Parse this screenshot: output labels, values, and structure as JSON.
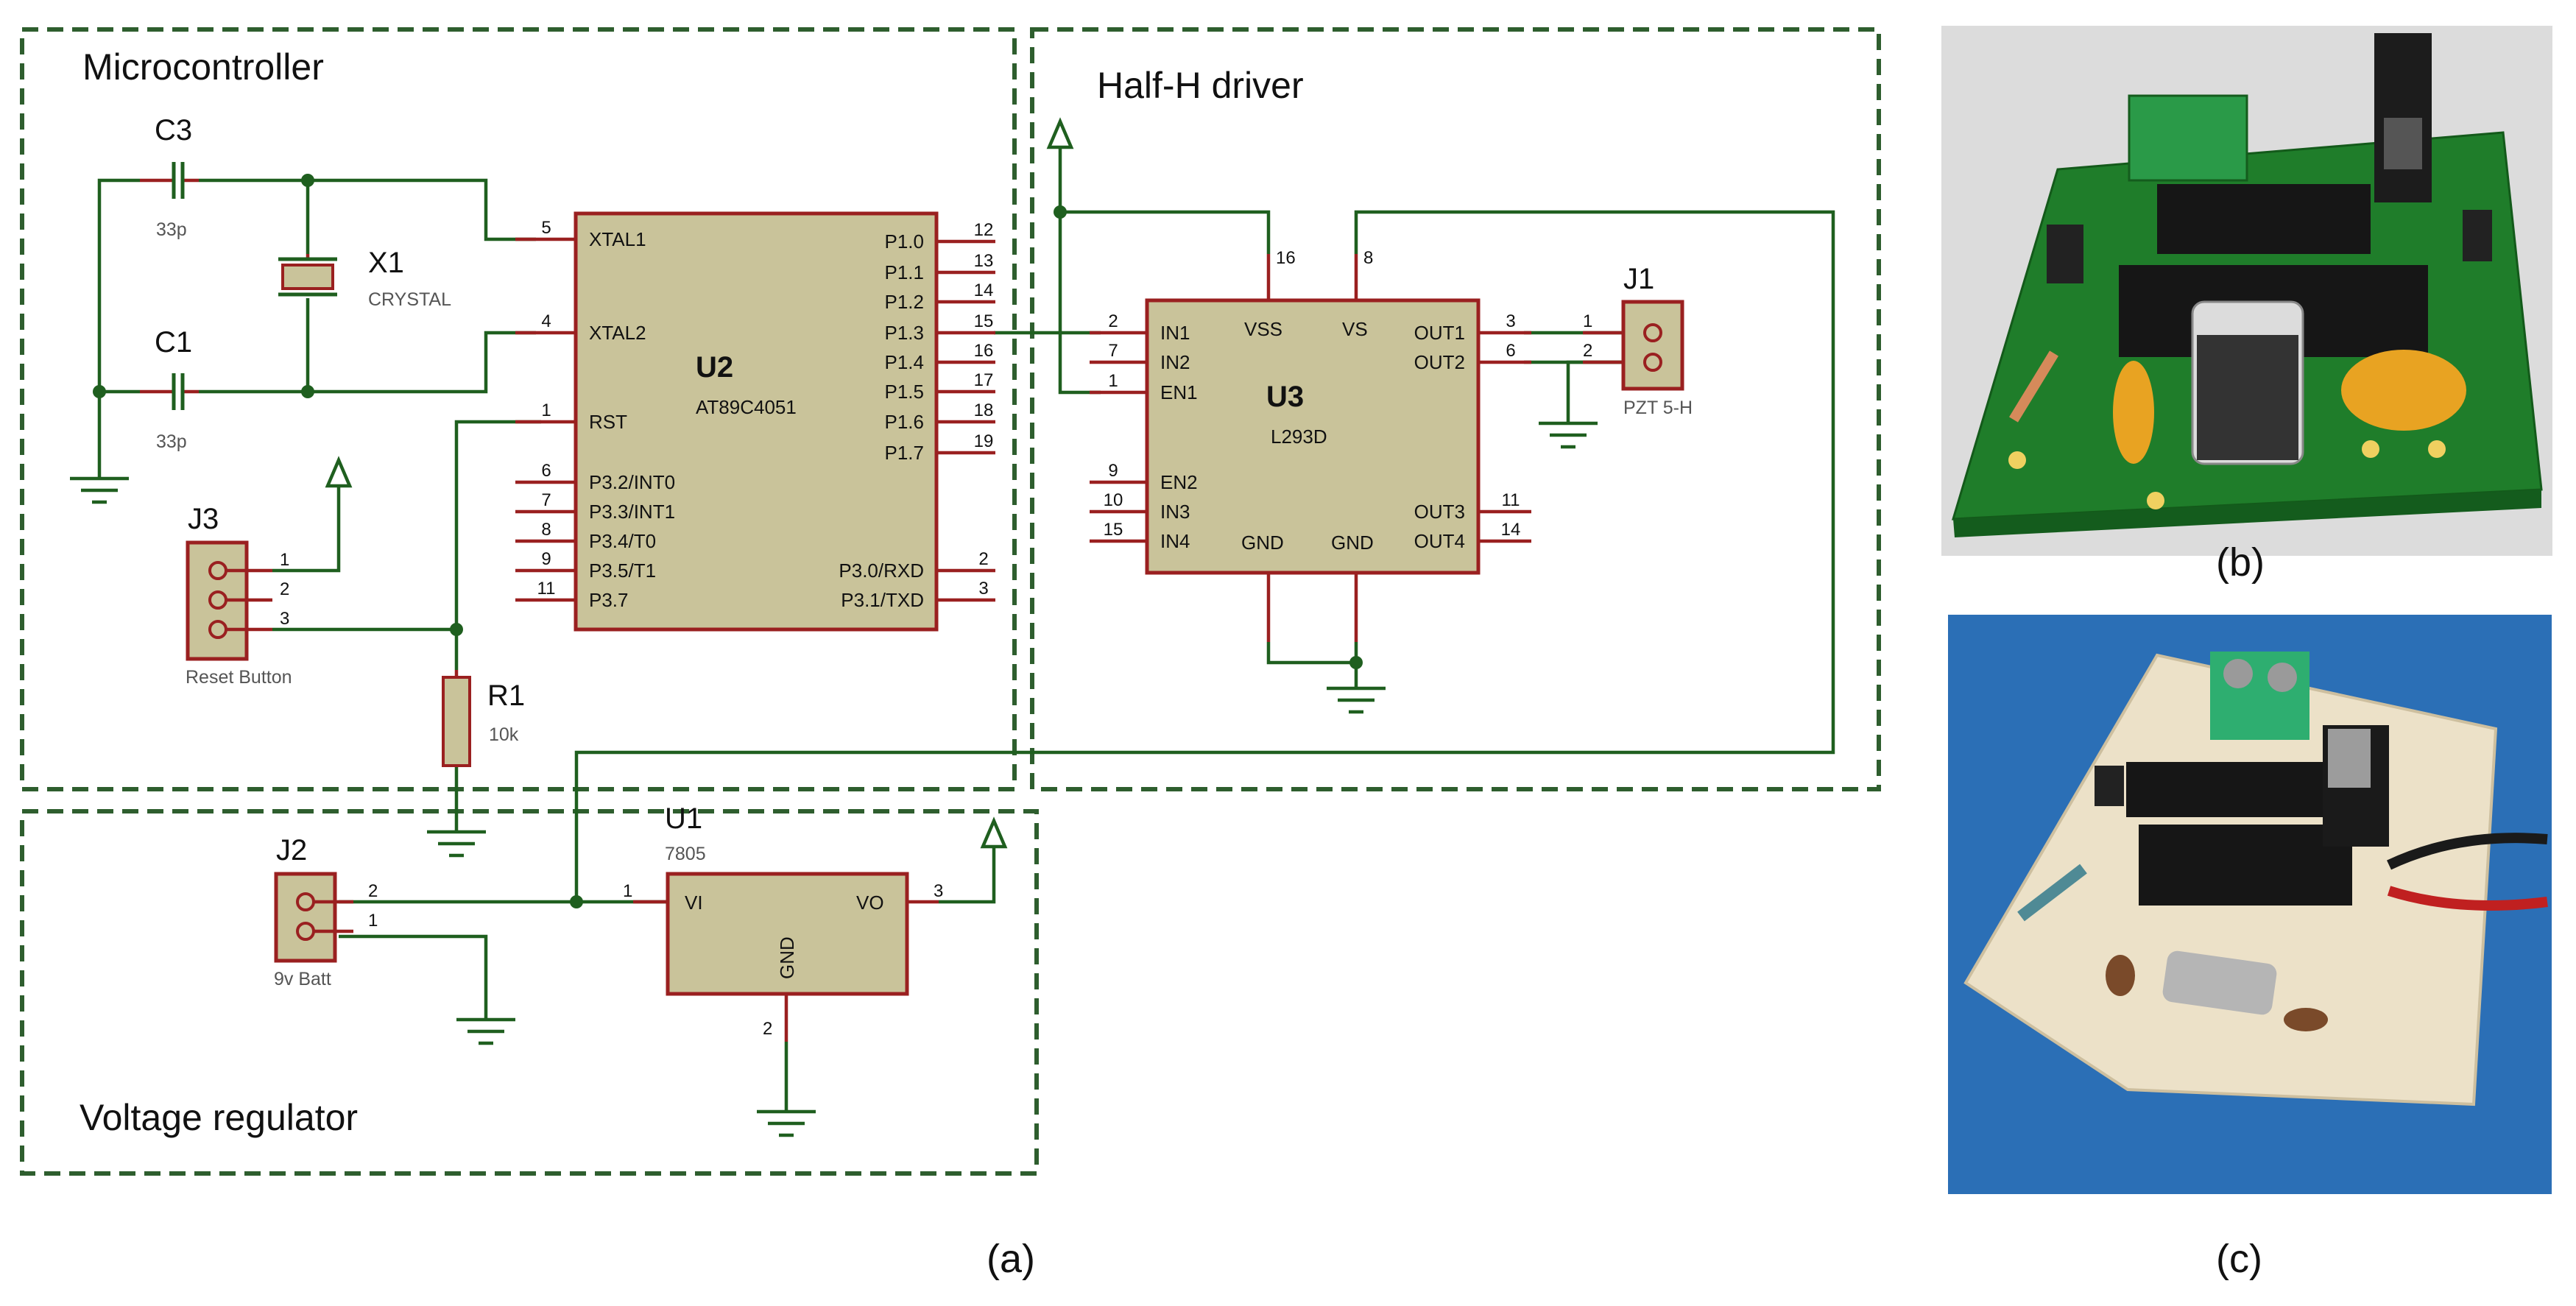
{
  "panels": {
    "a": "(a)",
    "b": "(b)",
    "c": "(c)"
  },
  "sections": {
    "microcontroller": "Microcontroller",
    "half_h": "Half-H driver",
    "regulator": "Voltage regulator"
  },
  "components": {
    "c3": {
      "ref": "C3",
      "value": "33p"
    },
    "c1": {
      "ref": "C1",
      "value": "33p"
    },
    "x1": {
      "ref": "X1",
      "value": "CRYSTAL"
    },
    "j3": {
      "ref": "J3",
      "label": "Reset Button",
      "pins": [
        "1",
        "2",
        "3"
      ]
    },
    "r1": {
      "ref": "R1",
      "value": "10k"
    },
    "j2": {
      "ref": "J2",
      "label": "9v Batt",
      "pins": [
        "2",
        "1"
      ]
    },
    "u1": {
      "ref": "U1",
      "part": "7805",
      "vi": "VI",
      "vo": "VO",
      "gnd": "GND",
      "pin_vi": "1",
      "pin_vo": "3",
      "pin_gnd": "2"
    },
    "j1": {
      "ref": "J1",
      "label": "PZT 5-H",
      "pins": [
        "1",
        "2"
      ]
    },
    "u2": {
      "ref": "U2",
      "part": "AT89C4051",
      "left_pins": [
        {
          "num": "5",
          "name": "XTAL1"
        },
        {
          "num": "4",
          "name": "XTAL2"
        },
        {
          "num": "1",
          "name": "RST"
        },
        {
          "num": "6",
          "name": "P3.2/INT0"
        },
        {
          "num": "7",
          "name": "P3.3/INT1"
        },
        {
          "num": "8",
          "name": "P3.4/T0"
        },
        {
          "num": "9",
          "name": "P3.5/T1"
        },
        {
          "num": "11",
          "name": "P3.7"
        }
      ],
      "right_pins": [
        {
          "num": "12",
          "name": "P1.0"
        },
        {
          "num": "13",
          "name": "P1.1"
        },
        {
          "num": "14",
          "name": "P1.2"
        },
        {
          "num": "15",
          "name": "P1.3"
        },
        {
          "num": "16",
          "name": "P1.4"
        },
        {
          "num": "17",
          "name": "P1.5"
        },
        {
          "num": "18",
          "name": "P1.6"
        },
        {
          "num": "19",
          "name": "P1.7"
        },
        {
          "num": "2",
          "name": "P3.0/RXD"
        },
        {
          "num": "3",
          "name": "P3.1/TXD"
        }
      ]
    },
    "u3": {
      "ref": "U3",
      "part": "L293D",
      "vss": "VSS",
      "vs": "VS",
      "gnd1": "GND",
      "gnd2": "GND",
      "pin_vss": "16",
      "pin_vs": "8",
      "left_pins": [
        {
          "num": "2",
          "name": "IN1"
        },
        {
          "num": "7",
          "name": "IN2"
        },
        {
          "num": "1",
          "name": "EN1"
        },
        {
          "num": "9",
          "name": "EN2"
        },
        {
          "num": "10",
          "name": "IN3"
        },
        {
          "num": "15",
          "name": "IN4"
        }
      ],
      "right_pins": [
        {
          "num": "3",
          "name": "OUT1"
        },
        {
          "num": "6",
          "name": "OUT2"
        },
        {
          "num": "11",
          "name": "OUT3"
        },
        {
          "num": "14",
          "name": "OUT4"
        }
      ]
    }
  },
  "colors": {
    "wire": "#1f5f1f",
    "pin": "#9a2020",
    "ic_body": "#c9c39a",
    "pcb_green": "#1f7d2a",
    "photo_bg": "#2b6fb6",
    "board": "#ece1c8"
  },
  "photos": {
    "b": "pcb-3d-render",
    "c": "assembled-board-photo"
  }
}
